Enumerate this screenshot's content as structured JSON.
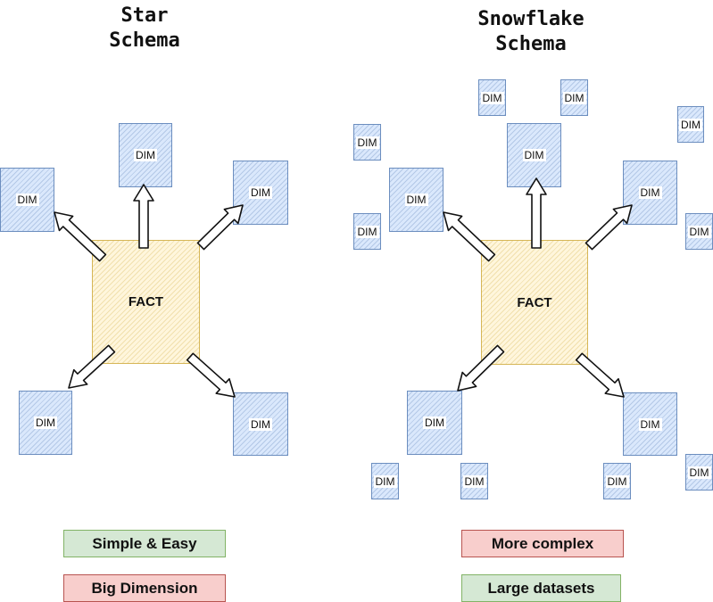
{
  "star": {
    "title": "Star\nSchema",
    "fact_label": "FACT",
    "dim_label": "DIM",
    "tags": [
      {
        "label": "Simple & Easy",
        "color": "#d5e8d4"
      },
      {
        "label": "Big Dimension",
        "color": "#f8cecc"
      }
    ]
  },
  "snowflake": {
    "title": "Snowflake\nSchema",
    "fact_label": "FACT",
    "dim_label": "DIM",
    "tags": [
      {
        "label": "More complex",
        "color": "#f8cecc"
      },
      {
        "label": "Large datasets",
        "color": "#d5e8d4"
      }
    ]
  },
  "colors": {
    "dim_fill": "#dae8fc",
    "dim_stroke": "#6c8ebf",
    "fact_fill": "#fff2cc",
    "fact_stroke": "#d6b656"
  }
}
